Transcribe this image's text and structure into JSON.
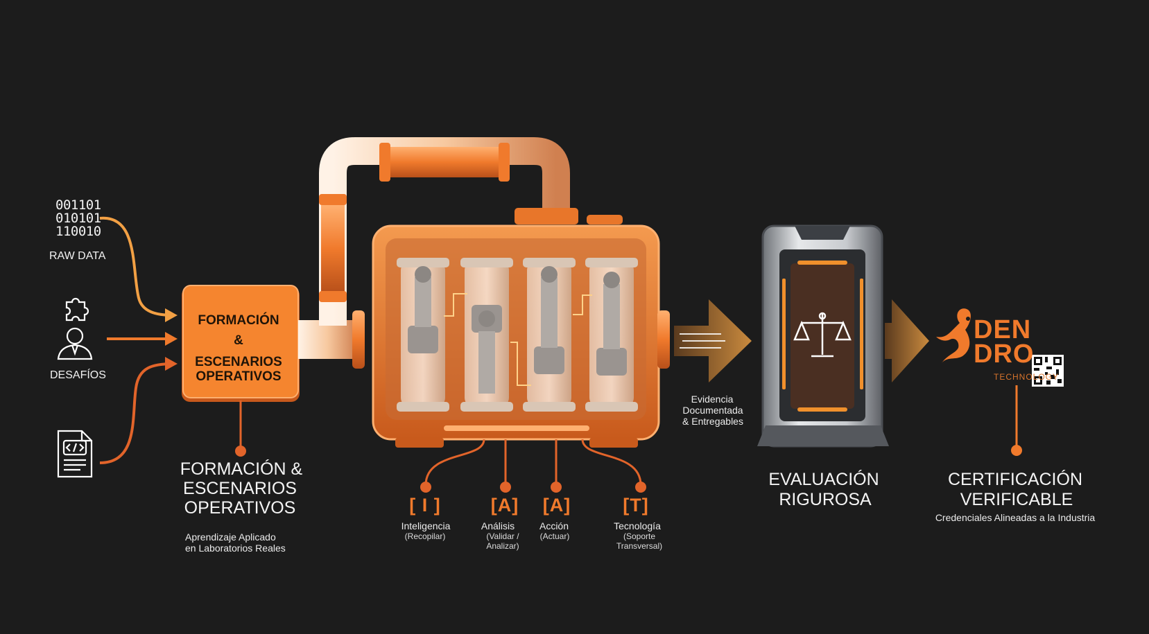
{
  "inputs": {
    "binary": [
      "001101",
      "010101",
      "110010"
    ],
    "raw_data_label": "RAW DATA",
    "challenges_label": "DESAFÍOS"
  },
  "training_box": {
    "line1": "FORMACIÓN",
    "line2": "&",
    "line3": "ESCENARIOS",
    "line4": "OPERATIVOS"
  },
  "training_caption": {
    "title": [
      "FORMACIÓN &",
      "ESCENARIOS",
      "OPERATIVOS"
    ],
    "subtitle": [
      "Aprendizaje Aplicado",
      "en Laboratorios Reales"
    ]
  },
  "engine_stages": [
    {
      "code": "[ I ]",
      "name": "Inteligencia",
      "detail": [
        "(Recopilar)"
      ]
    },
    {
      "code": "[A]",
      "name": "Análisis",
      "detail": [
        "(Validar /",
        "Analizar)"
      ]
    },
    {
      "code": "[A]",
      "name": "Acción",
      "detail": [
        "(Actuar)"
      ]
    },
    {
      "code": "[T]",
      "name": "Tecnología",
      "detail": [
        "(Soporte",
        "Transversal)"
      ]
    }
  ],
  "evidence_label": [
    "Evidencia",
    "Documentada",
    "& Entregables"
  ],
  "evaluation": {
    "title": [
      "EVALUACIÓN",
      "RIGUROSA"
    ]
  },
  "certification": {
    "title": [
      "CERTIFICACIÓN",
      "VERIFICABLE"
    ],
    "subtitle": "Credenciales Alineadas a la Industria"
  },
  "brand": {
    "line1": "DEN",
    "line2": "DRO",
    "tagline": "TECHNOLOGY"
  },
  "colors": {
    "accent": "#f07a2c",
    "background": "#1c1c1c",
    "engine": "#e8762a"
  }
}
